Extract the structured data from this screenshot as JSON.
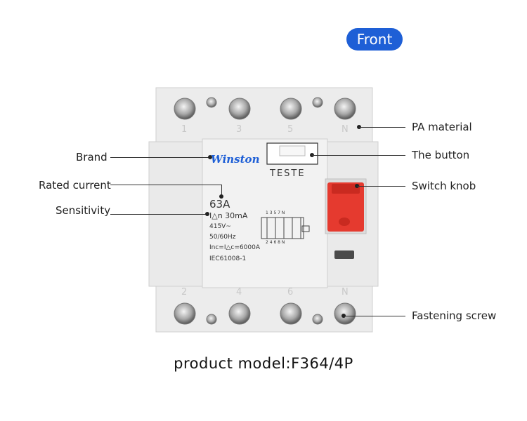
{
  "header": {
    "badge": "Front"
  },
  "callouts": {
    "pa_material": "PA material",
    "button": "The button",
    "switch_knob": "Switch knob",
    "fastening_screw": "Fastening screw",
    "brand": "Brand",
    "rated_current": "Rated current",
    "sensitivity": "Sensitivity"
  },
  "device": {
    "brand": "Winston",
    "test_label": "TESTE",
    "rating": "63A",
    "sensitivity": "I△n 30mA",
    "voltage": "415V~",
    "frequency": "50/60Hz",
    "short_circuit": "Inc=I△c=6000A",
    "standard": "IEC61008-1",
    "terminals_top": [
      "1",
      "3",
      "5",
      "N"
    ],
    "terminals_bottom": [
      "2",
      "4",
      "6",
      "N"
    ],
    "diagram_top": "1 3 5 7 N",
    "diagram_bottom": "2 4 6 8 N"
  },
  "footer": {
    "model": "product model:F364/4P"
  },
  "colors": {
    "badge": "#1e5fd6",
    "knob": "#e53a2f",
    "housing": "#e9e9e9"
  }
}
